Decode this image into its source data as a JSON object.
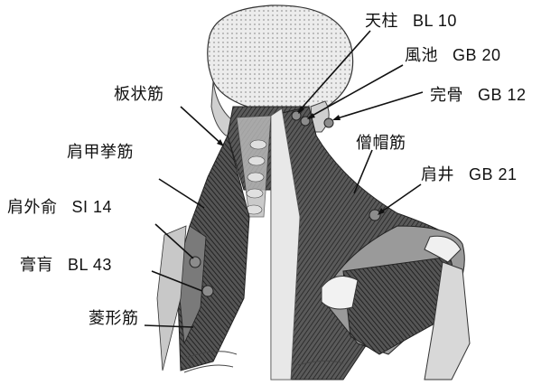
{
  "labels": [
    {
      "id": "tenchu",
      "name": "天柱",
      "code": "BL 10"
    },
    {
      "id": "fuuchi",
      "name": "風池",
      "code": "GB 20"
    },
    {
      "id": "kankotsu",
      "name": "完骨",
      "code": "GB 12"
    },
    {
      "id": "splenius",
      "name": "板状筋",
      "code": ""
    },
    {
      "id": "trapezius",
      "name": "僧帽筋",
      "code": ""
    },
    {
      "id": "levator",
      "name": "肩甲挙筋",
      "code": ""
    },
    {
      "id": "kensei",
      "name": "肩井",
      "code": "GB 21"
    },
    {
      "id": "kengaiyu",
      "name": "肩外俞",
      "code": "SI 14"
    },
    {
      "id": "koukou",
      "name": "膏肓",
      "code": "BL 43"
    },
    {
      "id": "rhomboid",
      "name": "菱形筋",
      "code": ""
    }
  ],
  "colors": {
    "ink": "#111111",
    "muscle_dark": "#3a3a3a",
    "muscle_mid": "#6a6a6a",
    "bone": "#e6e6e6",
    "point": "#8c8c8c"
  }
}
